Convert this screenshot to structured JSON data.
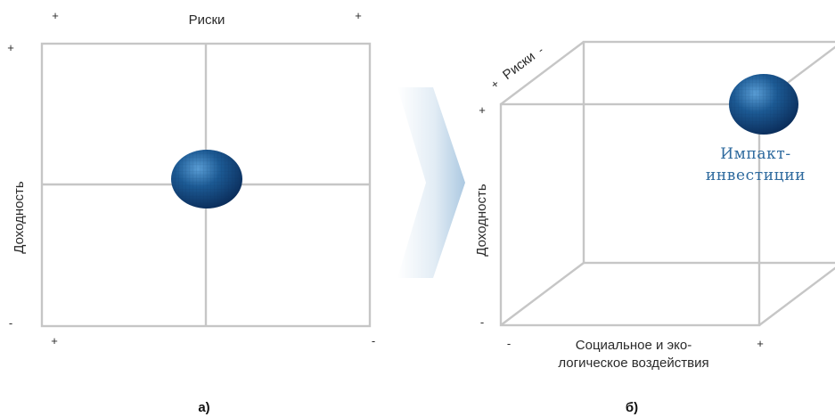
{
  "panel_a": {
    "caption": "а)",
    "top_axis_label": "Риски",
    "left_axis_label": "Доходность",
    "sign_top_left": "+",
    "sign_top_right": "+",
    "sign_left_top": "+",
    "sign_left_bottom": "-",
    "sign_bottom_left": "+",
    "sign_bottom_right": "-"
  },
  "panel_b": {
    "caption": "б)",
    "depth_axis_label": "Риски",
    "depth_sign_near": "+",
    "depth_sign_far": "-",
    "left_axis_label": "Доходность",
    "sign_left_top": "+",
    "sign_left_bottom": "-",
    "bottom_axis_label_line1": "Социальное и эко-",
    "bottom_axis_label_line2": "логическое воздействия",
    "sign_bottom_left": "-",
    "sign_bottom_right": "+",
    "highlight_label_line1": "Импакт-",
    "highlight_label_line2": "инвестиции"
  },
  "colors": {
    "frame": "#c6c6c6",
    "sphere_dark": "#0b2e5c",
    "sphere_mid": "#1c5a94",
    "sphere_light": "#5a9ed6",
    "arrow": "#cfe0ee",
    "highlight_text": "#2e6a9e"
  }
}
